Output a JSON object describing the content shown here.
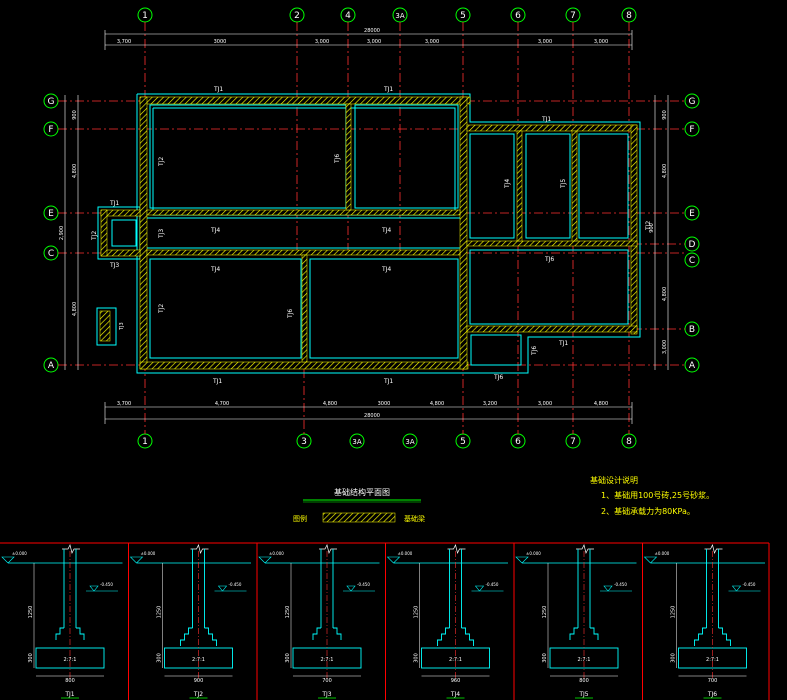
{
  "colors": {
    "background": "#000000",
    "axis_bubble": "#00ff00",
    "grid_axis": "#ff3030",
    "wall": "#00ffff",
    "hatch": "#ffff00",
    "text": "#ffffff",
    "note": "#ffff00",
    "frame": "#ff0000"
  },
  "axes": {
    "top": [
      "1",
      "2",
      "4",
      "3A",
      "5",
      "6",
      "7",
      "8"
    ],
    "bottom": [
      "1",
      "3",
      "3A",
      "3A",
      "5",
      "6",
      "7",
      "8"
    ],
    "left": [
      "G",
      "F",
      "E",
      "C",
      "A"
    ],
    "right": [
      "G",
      "F",
      "E",
      "D",
      "C",
      "B",
      "A"
    ]
  },
  "dimensions": {
    "top_segments": [
      "3,700",
      "3000",
      "3,000",
      "3,000",
      "3,000",
      "3,000",
      "3,000"
    ],
    "top_total": "28000",
    "bottom_segments": [
      "3,700",
      "4,700",
      "4,800",
      "3000",
      "4,800",
      "3,200",
      "3,000",
      "4,800"
    ],
    "bottom_total": "28000",
    "left_segments": [
      "900",
      "4,800",
      "2,900",
      "4,800"
    ],
    "right_segments": [
      "900",
      "4,800",
      "900",
      "4,800",
      "3,000"
    ]
  },
  "beams": {
    "tj1_a": "TJ1",
    "tj1_b": "TJ1",
    "tj1_c": "TJ1",
    "tj1_d": "TJ1",
    "tj1_e": "TJ1",
    "tj1_f": "TJ1",
    "tj1_g": "TJ1",
    "tj2_a": "TJ2",
    "tj2_b": "TJ2",
    "tj2_c": "TJ2",
    "tj2_d": "TJ2",
    "tj3_a": "TJ3",
    "tj3_b": "TJ3",
    "tj4_a": "TJ4",
    "tj4_b": "TJ4",
    "tj4_c": "TJ4",
    "tj4_d": "TJ4",
    "tj4_e": "TJ4",
    "tj5": "TJ5",
    "tj6_a": "TJ6",
    "tj6_b": "TJ6",
    "tj6_c": "TJ6",
    "tj6_d": "TJ6",
    "tj6_e": "TJ6"
  },
  "plan_title": "基础结构平面图",
  "legend": {
    "left_label": "图例",
    "right_label": "基础梁"
  },
  "notes": {
    "title": "基础设计说明",
    "line1": "1、基础用100号砖,25号砂浆。",
    "line2": "2、基础承载力为80KPa。"
  },
  "sections": [
    {
      "label": "TJ1",
      "width": "800",
      "height": "1250",
      "base_height": "300",
      "pad": "2:7:1"
    },
    {
      "label": "TJ2",
      "width": "900",
      "height": "1250",
      "base_height": "300",
      "pad": "2:7:1"
    },
    {
      "label": "TJ3",
      "width": "700",
      "height": "1250",
      "base_height": "300",
      "pad": "2:7:1"
    },
    {
      "label": "TJ4",
      "width": "960",
      "height": "1250",
      "base_height": "300",
      "pad": "2:7:1"
    },
    {
      "label": "TJ5",
      "width": "800",
      "height": "1250",
      "base_height": "300",
      "pad": "2:7:1"
    },
    {
      "label": "TJ6",
      "width": "700",
      "height": "1250",
      "base_height": "300",
      "pad": "2:7:1"
    }
  ],
  "section_levels": {
    "ground": "±0.000",
    "outdoor": "-0.450"
  }
}
